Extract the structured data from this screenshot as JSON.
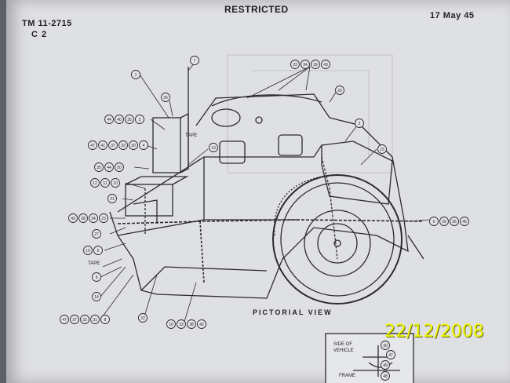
{
  "header": {
    "manual": "TM 11-2715",
    "change": "C 2",
    "classification": "RESTRICTED",
    "date": "17 May 45"
  },
  "caption": "PICTORIAL VIEW",
  "stamp": "22/12/2008",
  "labels": {
    "tape1": "TAPE",
    "tape2": "TAPE",
    "inset_side": "SIDE OF",
    "inset_vehicle": "VEHICLE",
    "inset_frame": "FRAME"
  },
  "callouts": [
    "7",
    "1",
    "26",
    "44",
    "40",
    "35",
    "3",
    "47",
    "41",
    "37",
    "32",
    "30",
    "4",
    "13",
    "35",
    "44",
    "50",
    "12",
    "11",
    "10",
    "21",
    "43",
    "38",
    "34",
    "23",
    "27",
    "19",
    "5",
    "9",
    "14",
    "47",
    "37",
    "32",
    "31",
    "8",
    "22",
    "16",
    "33",
    "38",
    "42",
    "23",
    "34",
    "39",
    "43",
    "20",
    "2",
    "15",
    "6",
    "29",
    "36",
    "46",
    "30",
    "47",
    "49",
    "48"
  ]
}
